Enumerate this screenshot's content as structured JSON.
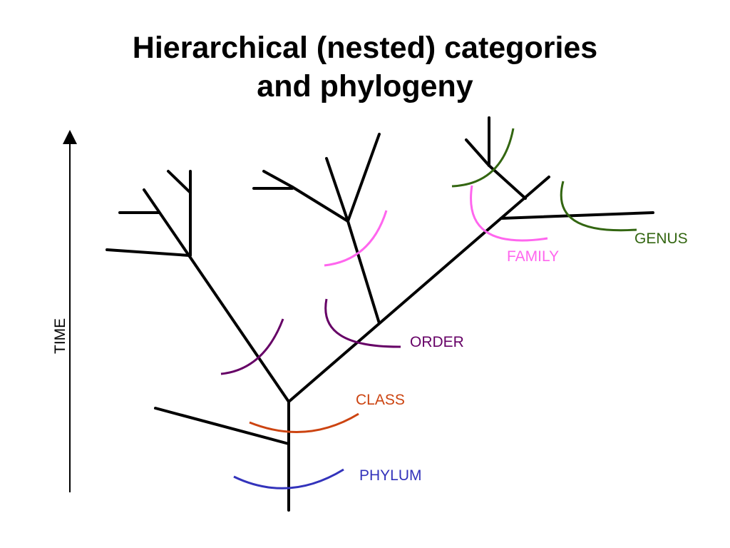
{
  "title": {
    "line1": "Hierarchical (nested) categories",
    "line2": "and phylogeny"
  },
  "time_axis": {
    "label": "TIME"
  },
  "ranks": [
    {
      "label": "PHYLUM",
      "color": "#3333bb"
    },
    {
      "label": "CLASS",
      "color": "#cc4411"
    },
    {
      "label": "ORDER",
      "color": "#660066"
    },
    {
      "label": "FAMILY",
      "color": "#ff66ee"
    },
    {
      "label": "GENUS",
      "color": "#336611"
    }
  ]
}
